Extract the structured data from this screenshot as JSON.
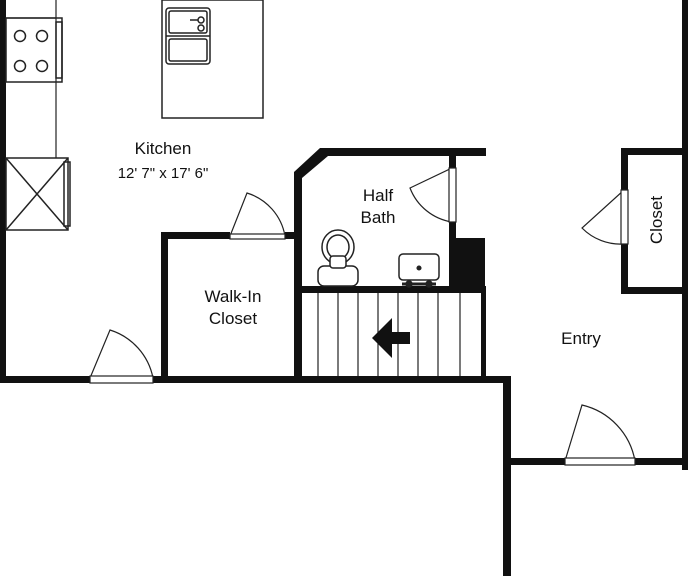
{
  "rooms": {
    "kitchen": {
      "name": "Kitchen",
      "dimensions": "12' 7\" x 17' 6\""
    },
    "half_bath": {
      "line1": "Half",
      "line2": "Bath"
    },
    "walk_in_closet": {
      "line1": "Walk-In",
      "line2": "Closet"
    },
    "entry": {
      "name": "Entry"
    },
    "closet": {
      "name": "Closet"
    }
  },
  "colors": {
    "wall": "#111111",
    "fixture_stroke": "#222222",
    "background": "#ffffff"
  },
  "icons": [
    "stove-icon",
    "sink-icon",
    "toilet-icon",
    "vanity-sink-icon",
    "stairs-direction-arrow-icon",
    "door-swing-icon",
    "appliance-x-icon"
  ]
}
